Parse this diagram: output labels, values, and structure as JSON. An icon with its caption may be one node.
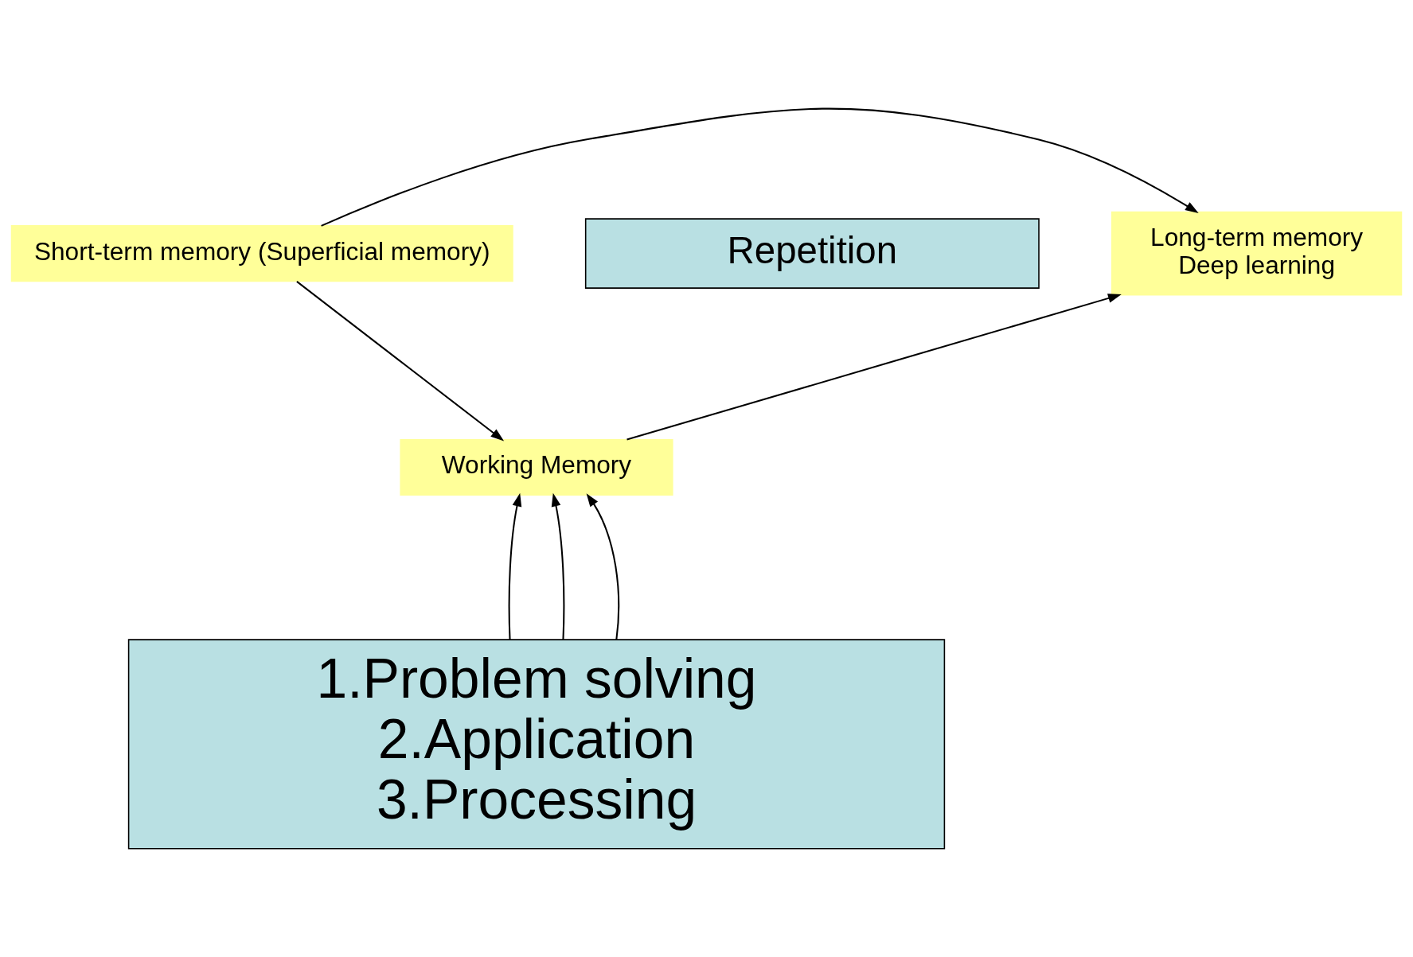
{
  "diagram": {
    "nodes": [
      {
        "text": [
          "Repetition"
        ]
      },
      {
        "text": [
          "Short-term memory (Superficial memory)"
        ]
      },
      {
        "text": [
          "Long-term memory",
          "Deep learning"
        ]
      },
      {
        "text": [
          "Working Memory"
        ]
      },
      {
        "text": [
          "1.Problem solving",
          "2.Application",
          "3.Processing"
        ]
      }
    ],
    "edges": [
      {
        "from": 1,
        "to": 2,
        "arrow": "to"
      },
      {
        "from": 1,
        "to": 3,
        "arrow": "to"
      },
      {
        "from": 3,
        "to": 2,
        "arrow": "to"
      },
      {
        "from": 4,
        "to": 3,
        "arrow": "to"
      },
      {
        "from": 4,
        "to": 3,
        "arrow": "to"
      },
      {
        "from": 4,
        "to": 3,
        "arrow": "to"
      }
    ]
  }
}
